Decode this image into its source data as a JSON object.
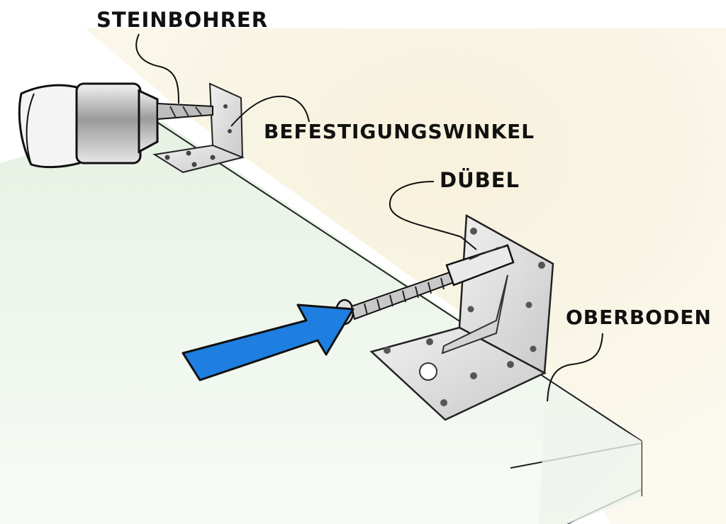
{
  "labels": {
    "drill_bit": "STEINBOHRER",
    "mounting_bracket": "BEFESTIGUNGSWINKEL",
    "dowel": "DÜBEL",
    "top_panel": "OBERBODEN"
  },
  "colors": {
    "arrow": "#1f7fe0",
    "wall": "#f7f2de",
    "panel_top": "#eaf4e8",
    "metal": "#dcdcdc",
    "outline": "#111111"
  }
}
